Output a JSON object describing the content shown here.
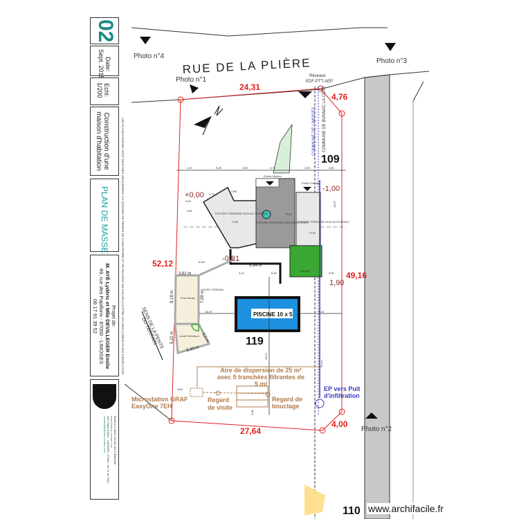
{
  "title_block": {
    "sheet_number": "02",
    "date_label": "Date:",
    "date_value": "Sept. 2015",
    "scale_label": "Echl:",
    "scale_value": "1/200",
    "project_type": "Construction d'une maison d'habitation",
    "plan_title": "PLAN DE MASSE",
    "client_label": "Projet de:",
    "client_name": "M. AYÉ Lydéric et Mlle DEVILLEGER Emilie",
    "client_address": "49, rue des Papillons - 87000 - LIMOGES",
    "client_phone": "06 17 91 39 52",
    "disclaimer": "LES PLANS FOURNIS SONT DESTINÉS UNIQUEMENT AU DOSSIER DE PERMIS DE CONSTRUIRE ET NE PEUVENT EN AUCUN CAS ÊTRE UTILISÉS COMME PLANS D'EXÉCUTION",
    "company_lines": [
      "Bottons Couture Dessin des e-Bâtiment",
      "www.bottons-couture.com",
      "106, Place d'Aine - LIMOGES - 87000 - 06 79 16 7994",
      "contact@bottons-couture.com"
    ]
  },
  "plan": {
    "street_name": "RUE DE LA PLIÈRE",
    "photos": [
      "Photo n°1",
      "Photo n°2",
      "Photo n°3",
      "Photo n°4"
    ],
    "networks": [
      "Réseaux",
      "EDF-PTT-AEP"
    ],
    "commune_limits": [
      "COMMUNE DE LIMOGES",
      "COMMUNE DE BONNAC LA CÔTE"
    ],
    "parcel_numbers": [
      "109",
      "119",
      "110"
    ],
    "boundary_lengths": {
      "top": "24,31",
      "top_right": "4,76",
      "left": "52,12",
      "right": "49,16",
      "bottom": "27,64",
      "bottom_right": "4,00"
    },
    "levels": {
      "house": "+0,00",
      "right": "-1,00",
      "terrace": "-0,81",
      "pool_side": "1,90"
    },
    "entrances": [
      "Entrée Maison",
      "Entrée Garage"
    ],
    "roofs": [
      "TOITURE TERRASSE NON ACCESSIBLE",
      "TOITURE TERRASSE NON ACCESSIBLE",
      "TOITURE TERRASSE NON ACCESSIBLE"
    ],
    "roof_heights": [
      "+3,90",
      "+6,47",
      "+3,00"
    ],
    "carport": "Carport",
    "pool_label": "PISCINE 10 x 5",
    "pool_house": "Pool House",
    "technical_room": "Local Technique",
    "section_line": "COUPE TERRAIN",
    "slope": [
      "SENS DE LA PENTE",
      "DU TERRAIN"
    ],
    "top_dimensions": [
      "4,11",
      "5,28",
      "3,30",
      "6,72",
      "4,30",
      "3,50"
    ],
    "dimensions": [
      "4,24",
      "4,81",
      "4,72",
      "2,86",
      "10,64",
      "6,34 m",
      "3,62 m",
      "8,18 m",
      "7,99 m",
      "5,22 m",
      "3,2 m",
      "6,43 m",
      "4,14",
      "6,49",
      "3,51",
      "18,19",
      "7,15",
      "16,12",
      "13,27",
      "3,40",
      "3,00"
    ],
    "septic": {
      "area": "Aire de dispersion de 25 m² avec 5 tranchées filtrantes de 5 ml",
      "microstation": [
        "Microstation GRAF",
        "EasyOne 7EH"
      ],
      "inspection": [
        "Regard",
        "de visite"
      ],
      "loop": [
        "Regard de",
        "bouclage"
      ],
      "rainwater": [
        "EP vers Puit",
        "d'infiltration"
      ]
    }
  },
  "watermark": "www.archifacile.fr",
  "colors": {
    "boundary": "#e02020",
    "pool": "#1e90e0",
    "carport": "#3aa832",
    "roof_dark": "#9a9a9a",
    "roof_light": "#e8e8e8",
    "septic": "#b07a4a",
    "rainwater": "#3a3ac0",
    "title_accent": "#1a8a82"
  }
}
